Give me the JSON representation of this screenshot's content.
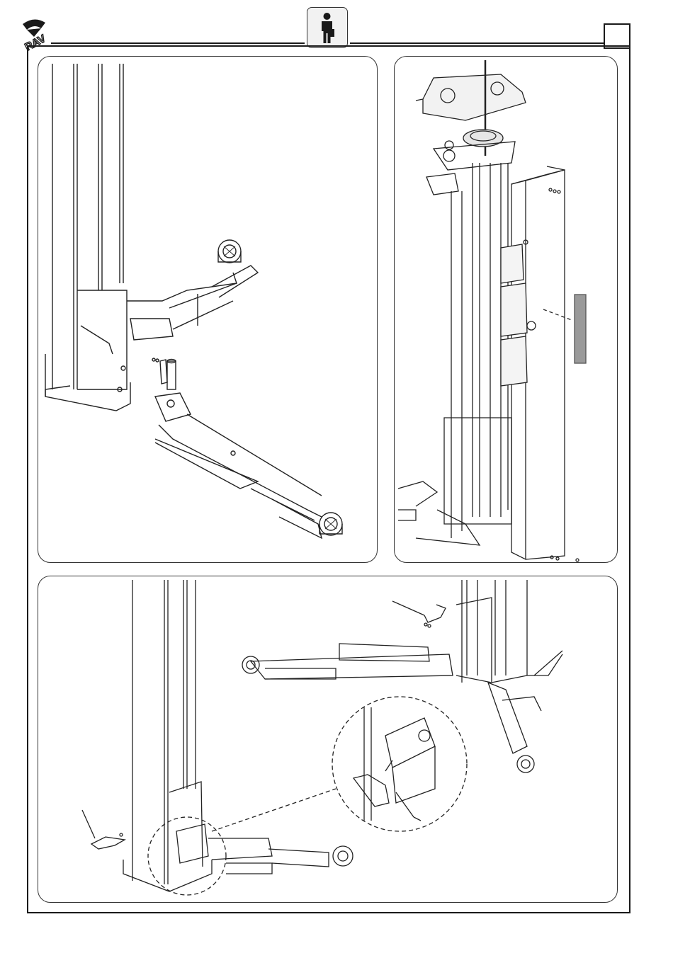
{
  "header": {
    "logo_text": "RAV",
    "icon": "operator-icon",
    "page_marker": ""
  },
  "panels": [
    {
      "name": "panel-arm-removal",
      "icons": [
        "lift-column-icon",
        "lift-arm-icon",
        "pin-icon"
      ]
    },
    {
      "name": "panel-column-assembly",
      "icons": [
        "motor-cover-icon",
        "pulley-icon",
        "column-cover-icon",
        "label-plate-icon"
      ]
    },
    {
      "name": "panel-arm-lock-installation",
      "icons": [
        "lift-column-icon",
        "lift-arm-icon",
        "lock-bracket-icon",
        "detail-zoom-icon"
      ]
    }
  ]
}
